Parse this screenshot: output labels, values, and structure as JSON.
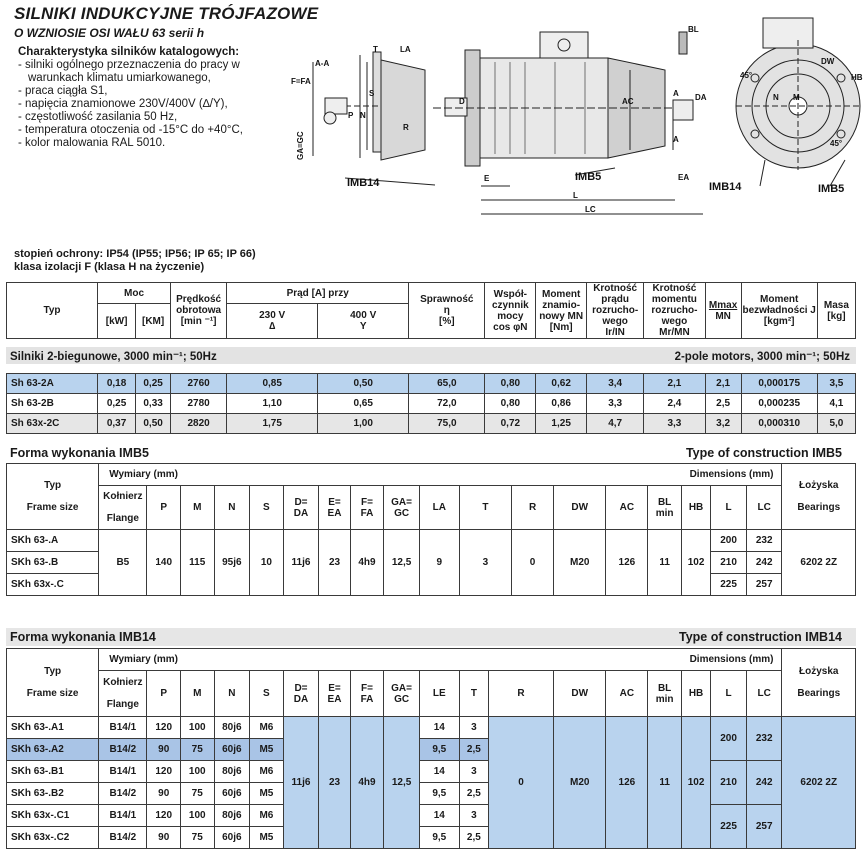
{
  "header": {
    "title": "SILNIKI INDUKCYJNE TRÓJFAZOWE",
    "subtitle": "O WZNIOSIE OSI WAŁU  63 serii h"
  },
  "characteristics": {
    "title": "Charakterystyka silników katalogowych:",
    "items": [
      "- silniki ogólnego przeznaczenia do pracy w warunkach klimatu umiarkowanego,",
      "- praca ciągła S1,",
      "- napięcia znamionowe 230V/400V (∆/Y),",
      "- częstotliwość zasilania 50 Hz,",
      "- temperatura otoczenia od -15°C do +40°C,",
      "- kolor malowania RAL 5010."
    ]
  },
  "drawing": {
    "labels": {
      "aa": "A-A",
      "f_fa": "F=FA",
      "ga_gc": "GA=GC",
      "p": "P",
      "n": "N",
      "m": "M",
      "s": "S",
      "t": "T",
      "la": "LA",
      "r": "R",
      "d": "D",
      "e": "E",
      "imb14": "IMB14",
      "imb5": "IMB5",
      "a": "A",
      "ac": "AC",
      "ea": "EA",
      "da": "DA",
      "bl": "BL",
      "l": "L",
      "lc": "LC",
      "dw": "DW",
      "hb": "HB",
      "deg45": "45°"
    }
  },
  "protection": {
    "line1": "stopień ochrony: IP54 (IP55; IP56; IP 65; IP 66)",
    "line2": "klasa izolacji F (klasa H na życzenie)"
  },
  "main_table": {
    "headers": {
      "typ": "Typ",
      "moc": "Moc",
      "kw": "[kW]",
      "km": "[KM]",
      "speed": "Prędkość obrotowa",
      "speed_unit": "[min ⁻¹]",
      "current": "Prąd [A] przy",
      "v230": "230 V",
      "v230s": "∆",
      "v400": "400 V",
      "v400s": "Y",
      "eff": "Sprawność",
      "eff_sym": "η",
      "eff_unit": "[%]",
      "pf": "Współ-czynnik mocy",
      "pf_sym": "cos φN",
      "torque": "Moment znamio-nowy MN",
      "torque_unit": "[Nm]",
      "ir": "Krotność prądu rozrucho-wego",
      "ir_sym": "Ir/IN",
      "mr": "Krotność momentu rozrucho-wego",
      "mr_sym": "Mr/MN",
      "mmax": "Mmax",
      "mmax_den": "MN",
      "inertia": "Moment bezwładności J",
      "inertia_unit": "[kgm²]",
      "mass": "Masa",
      "mass_unit": "[kg]"
    },
    "section_left": "Silniki 2-biegunowe, 3000 min⁻¹; 50Hz",
    "section_right": "2-pole motors, 3000 min⁻¹; 50Hz",
    "rows": [
      [
        "Sh 63-2A",
        "0,18",
        "0,25",
        "2760",
        "0,85",
        "0,50",
        "65,0",
        "0,80",
        "0,62",
        "3,4",
        "2,1",
        "2,1",
        "0,000175",
        "3,5"
      ],
      [
        "Sh 63-2B",
        "0,25",
        "0,33",
        "2780",
        "1,10",
        "0,65",
        "72,0",
        "0,80",
        "0,86",
        "3,3",
        "2,4",
        "2,5",
        "0,000235",
        "4,1"
      ],
      [
        "Sh 63x-2C",
        "0,37",
        "0,50",
        "2820",
        "1,75",
        "1,00",
        "75,0",
        "0,72",
        "1,25",
        "4,7",
        "3,3",
        "3,2",
        "0,000310",
        "5,0"
      ]
    ]
  },
  "imb5": {
    "title_left": "Forma wykonania IMB5",
    "title_right": "Type of construction IMB5",
    "h": {
      "typ": "Typ",
      "frame": "Frame size",
      "wym": "Wymiary (mm)",
      "dim": "Dimensions (mm)",
      "kol": "Kołnierz",
      "flange": "Flange",
      "p": "P",
      "m": "M",
      "n": "N",
      "s": "S",
      "dda1": "D=",
      "dda2": "DA",
      "eea1": "E=",
      "eea2": "EA",
      "ffa1": "F=",
      "ffa2": "FA",
      "gagc1": "GA=",
      "gagc2": "GC",
      "la": "LA",
      "t": "T",
      "r": "R",
      "dw": "DW",
      "ac": "AC",
      "bl1": "BL",
      "bl2": "min",
      "hb": "HB",
      "l": "L",
      "lc": "LC",
      "loz": "Łożyska",
      "bear": "Bearings"
    },
    "types": [
      "SKh 63-.A",
      "SKh 63-.B",
      "SKh 63x-.C"
    ],
    "common": {
      "flange": "B5",
      "p": "140",
      "m": "115",
      "n": "95j6",
      "s": "10",
      "d": "11j6",
      "e": "23",
      "f": "4h9",
      "ga": "12,5",
      "la": "9",
      "t": "3",
      "r": "0",
      "dw": "M20",
      "ac": "126",
      "bl": "11",
      "hb": "102",
      "bearings": "6202 2Z"
    },
    "l": [
      "200",
      "210",
      "225"
    ],
    "lc": [
      "232",
      "242",
      "257"
    ]
  },
  "imb14": {
    "title_left": "Forma wykonania IMB14",
    "title_right": "Type of construction IMB14",
    "h": {
      "le": "LE"
    },
    "rows": [
      [
        "SKh 63-.A1",
        "B14/1",
        "120",
        "100",
        "80j6",
        "M6",
        "14",
        "3"
      ],
      [
        "SKh 63-.A2",
        "B14/2",
        "90",
        "75",
        "60j6",
        "M5",
        "9,5",
        "2,5"
      ],
      [
        "SKh 63-.B1",
        "B14/1",
        "120",
        "100",
        "80j6",
        "M6",
        "14",
        "3"
      ],
      [
        "SKh 63-.B2",
        "B14/2",
        "90",
        "75",
        "60j6",
        "M5",
        "9,5",
        "2,5"
      ],
      [
        "SKh 63x-.C1",
        "B14/1",
        "120",
        "100",
        "80j6",
        "M6",
        "14",
        "3"
      ],
      [
        "SKh 63x-.C2",
        "B14/2",
        "90",
        "75",
        "60j6",
        "M5",
        "9,5",
        "2,5"
      ]
    ],
    "common": {
      "d": "11j6",
      "e": "23",
      "f": "4h9",
      "ga": "12,5",
      "r": "0",
      "dw": "M20",
      "ac": "126",
      "bl": "11",
      "hb": "102",
      "bearings": "6202 2Z"
    },
    "l": [
      "200",
      "210",
      "225"
    ],
    "lc": [
      "232",
      "242",
      "257"
    ]
  }
}
